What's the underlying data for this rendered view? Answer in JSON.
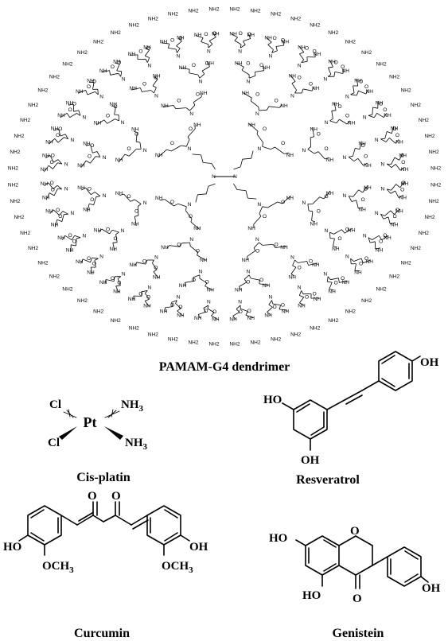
{
  "figure": {
    "dendrimer": {
      "caption": "PAMAM-G4 dendrimer",
      "core_label": "N",
      "branch_labels": {
        "amide": "NH",
        "oxygen": "O",
        "nitrogen": "N",
        "terminal": "NH2"
      }
    },
    "molecules": [
      {
        "id": "cisplatin",
        "caption": "Cis-platin",
        "labels": {
          "metal": "Pt",
          "cl_top": "Cl",
          "cl_bottom": "Cl",
          "nh3_top": "NH3",
          "nh3_bottom": "NH3"
        }
      },
      {
        "id": "resveratrol",
        "caption": "Resveratrol",
        "labels": {
          "oh_right": "OH",
          "ho_left": "HO",
          "oh_bottom": "OH"
        }
      },
      {
        "id": "curcumin",
        "caption": "Curcumin",
        "labels": {
          "o1": "O",
          "o2": "O",
          "ho_left": "HO",
          "oh_right": "OH",
          "ome_left": "OCH3",
          "ome_right": "OCH3"
        }
      },
      {
        "id": "genistein",
        "caption": "Genistein",
        "labels": {
          "ho_top": "HO",
          "ring_o": "O",
          "ho_bottom": "HO",
          "carbonyl_o": "O",
          "oh_right": "OH"
        }
      }
    ]
  }
}
